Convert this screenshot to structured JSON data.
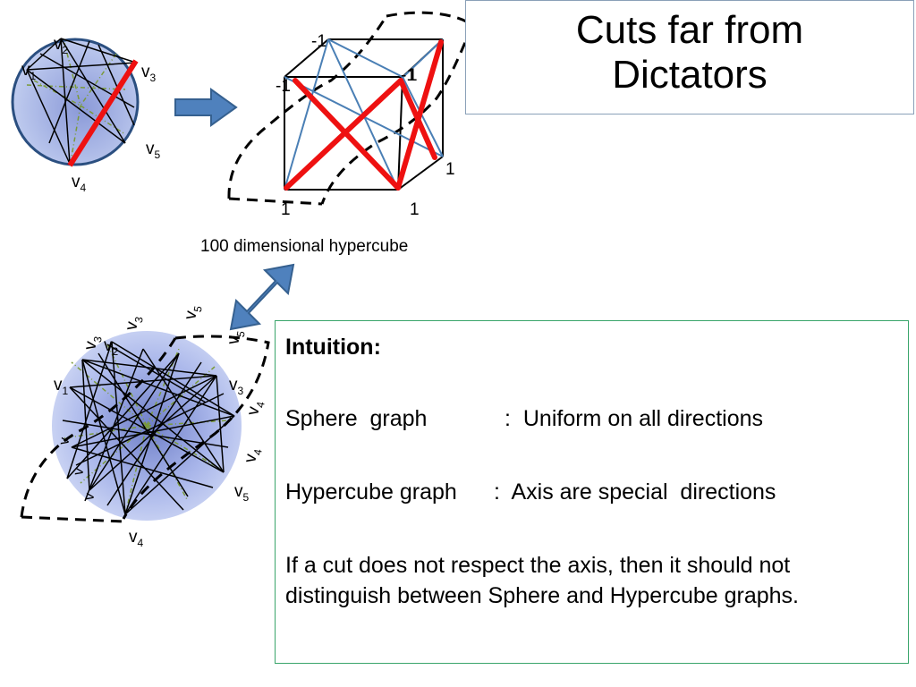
{
  "title": {
    "line1": "Cuts far from",
    "line2": "Dictators"
  },
  "caption": "100 dimensional hypercube",
  "intuition": {
    "heading": "Intuition:",
    "sphere": {
      "label": "Sphere  graph",
      "sep": ":",
      "text": "Uniform on all directions"
    },
    "hypercube": {
      "label": "Hypercube graph",
      "sep": ":",
      "text": "Axis are special  directions"
    },
    "paragraph": "If a cut does not respect the axis, then it should not distinguish between Sphere and Hypercube graphs."
  },
  "sphere_labels": {
    "v": "v",
    "sub1": "1",
    "sub2": "2",
    "sub3": "3",
    "sub4": "4",
    "sub5": "5"
  },
  "cube_labels": {
    "neg": "-1",
    "pos": "1"
  },
  "colors": {
    "red_cut": "#ee1111",
    "blue_edge": "#4a7fb5",
    "arrow_fill": "#4f81bd",
    "arrow_stroke": "#35608f",
    "green_dash": "#7a9a3a"
  }
}
